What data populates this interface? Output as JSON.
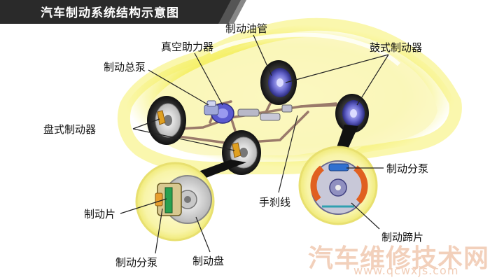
{
  "title": "汽车制动系统结构示意图",
  "labels": {
    "brake_line": "制动油管",
    "vacuum_booster": "真空助力器",
    "drum_brake": "鼓式制动器",
    "master_cylinder": "制动总泵",
    "disc_brake": "盘式制动器",
    "wheel_cylinder_right": "制动分泵",
    "handbrake_cable": "手刹线",
    "brake_pad": "制动片",
    "brake_shoe": "制动蹄片",
    "wheel_cylinder_left": "制动分泵",
    "brake_disc": "制动盘"
  },
  "watermark": {
    "name": "汽车维修技术网",
    "url": "www.qcwxjs.com"
  },
  "colors": {
    "car_body_glow": "#f5f06a",
    "title_bar": "#2a2a2a",
    "brake_line": "#9a7a6a",
    "leader_line": "#222222",
    "watermark": "#f0c8b0"
  }
}
